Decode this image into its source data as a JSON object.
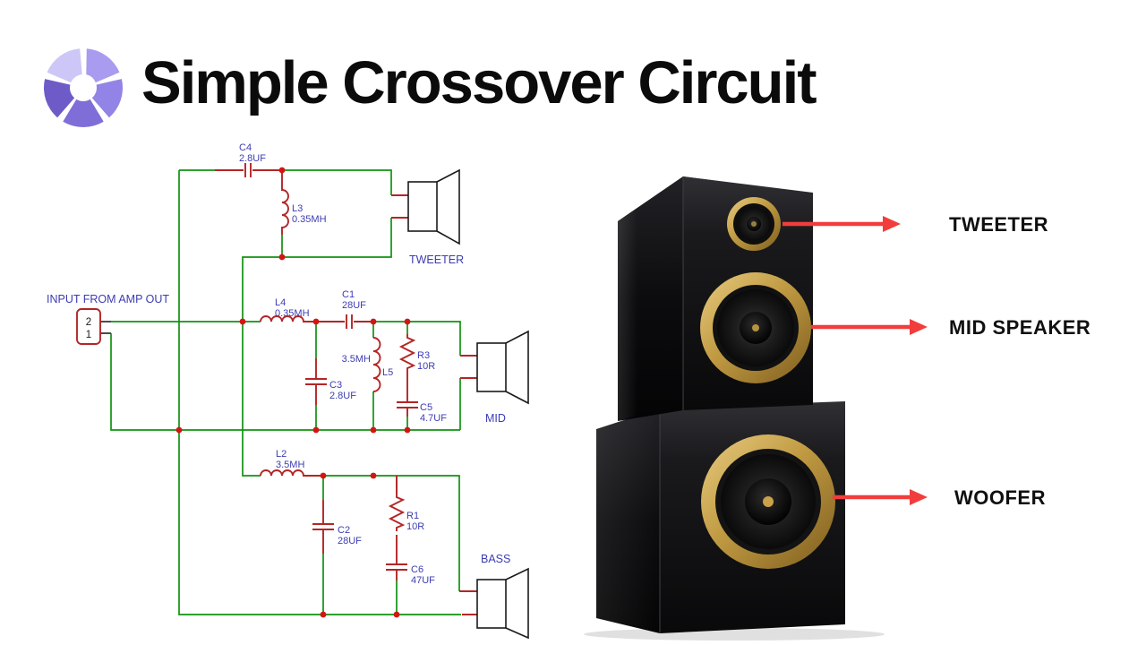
{
  "header": {
    "title": "Simple Crossover Circuit"
  },
  "schematic": {
    "input_label": "INPUT FROM AMP OUT",
    "pin_top": "2",
    "pin_bottom": "1",
    "c4_ref": "C4",
    "c4_val": "2.8UF",
    "l3_ref": "L3",
    "l3_val": "0.35MH",
    "tweeter_label": "TWEETER",
    "l4_ref": "L4",
    "l4_val": "0.35MH",
    "c1_ref": "C1",
    "c1_val": "28UF",
    "c3_ref": "C3",
    "c3_val": "2.8UF",
    "l5_ref": "L5",
    "l5_val": "3.5MH",
    "r3_ref": "R3",
    "r3_val": "10R",
    "c5_ref": "C5",
    "c5_val": "4.7UF",
    "mid_label": "MID",
    "l2_ref": "L2",
    "l2_val": "3.5MH",
    "c2_ref": "C2",
    "c2_val": "28UF",
    "r1_ref": "R1",
    "r1_val": "10R",
    "c6_ref": "C6",
    "c6_val": "47UF",
    "bass_label": "BASS"
  },
  "callouts": {
    "tweeter": "TWEETER",
    "mid": "MID SPEAKER",
    "woofer": "WOOFER"
  },
  "colors": {
    "wire_green": "#119211",
    "component_red": "#b32626",
    "label_blue": "#3c3cb4",
    "junction_red": "#d41414",
    "arrow_red": "#f23d3d",
    "gold": "#c09a42",
    "cabinet_black": "#0c0c0e",
    "title_black": "#0b0b0b",
    "logo_purple_light": "#ccc7f6",
    "logo_purple_dark": "#6e5bc8"
  }
}
